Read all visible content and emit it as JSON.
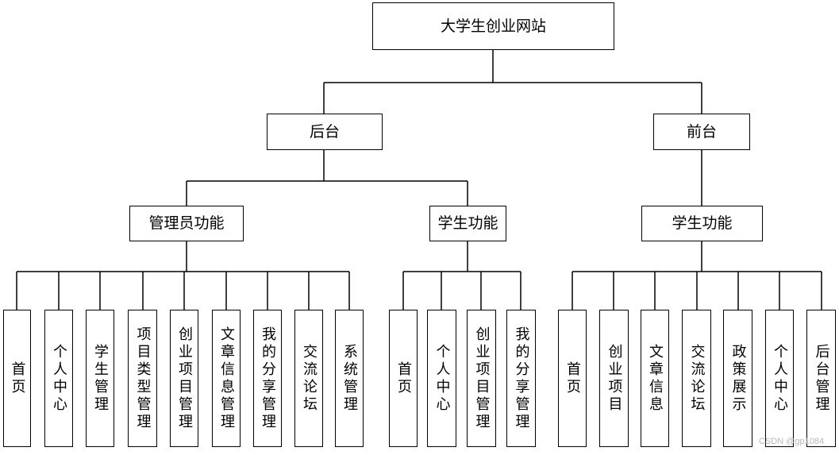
{
  "root": "大学生创业网站",
  "backend": {
    "label": "后台",
    "admin": {
      "label": "管理员功能",
      "items": [
        "首页",
        "个人中心",
        "学生管理",
        "项目类型管理",
        "创业项目管理",
        "文章信息管理",
        "我的分享管理",
        "交流论坛",
        "系统管理"
      ]
    },
    "student": {
      "label": "学生功能",
      "items": [
        "首页",
        "个人中心",
        "创业项目管理",
        "我的分享管理"
      ]
    }
  },
  "frontend": {
    "label": "前台",
    "student": {
      "label": "学生功能",
      "items": [
        "首页",
        "创业项目",
        "文章信息",
        "交流论坛",
        "政策展示",
        "个人中心",
        "后台管理"
      ]
    }
  },
  "watermark": "CSDN @gp1084"
}
